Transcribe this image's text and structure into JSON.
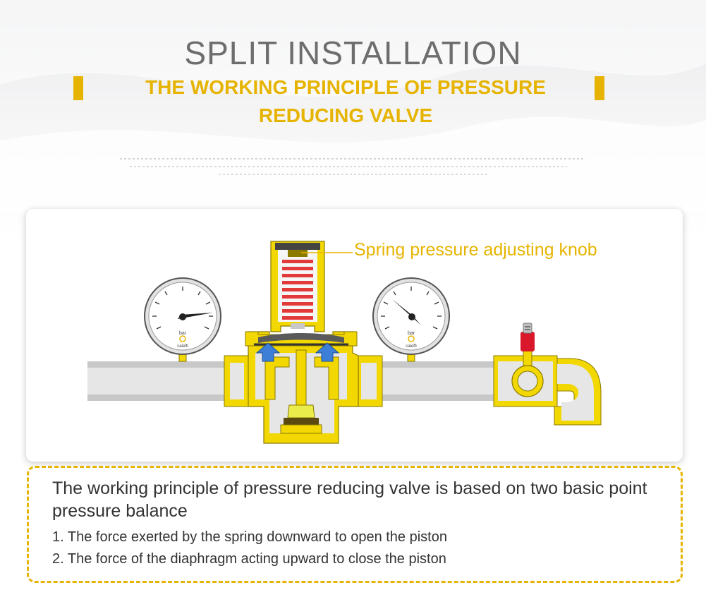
{
  "header": {
    "title": "SPLIT INSTALLATION",
    "subtitle_line1": "THE WORKING PRINCIPLE OF PRESSURE",
    "subtitle_line2": "REDUCING VALVE"
  },
  "diagram": {
    "callout_label": "Spring pressure adjusting knob",
    "gauges": [
      {
        "unit": "bar",
        "brand": "caleffi"
      },
      {
        "unit": "bar",
        "brand": "caleffi"
      }
    ],
    "colors": {
      "accent": "#e6b400",
      "brass": "#f2d800",
      "spring": "#e23a3a",
      "pipe": "#e3e3e3",
      "knob": "#d9182b",
      "arrow": "#3d7fd6"
    }
  },
  "info": {
    "main": "The working principle of pressure reducing valve is based on two basic point pressure balance",
    "items": [
      "1. The force exerted by the spring downward to open the piston",
      "2. The force of the diaphragm acting upward to close the piston"
    ]
  }
}
